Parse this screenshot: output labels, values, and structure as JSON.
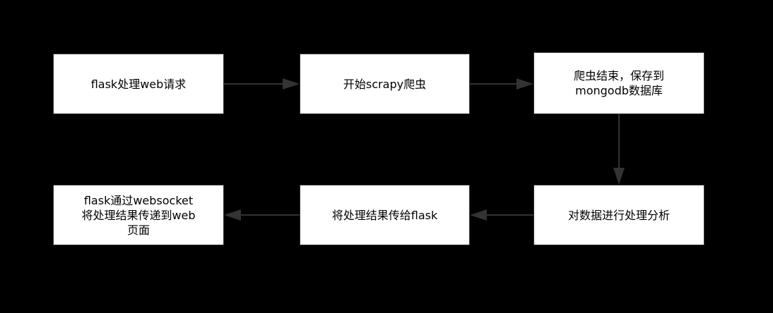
{
  "colors": {
    "background": "#000000",
    "node_fill": "#ffffff",
    "edge": "#333333",
    "text": "#000000"
  },
  "nodes": [
    {
      "id": "n1",
      "lines": [
        "flask处理web请求"
      ]
    },
    {
      "id": "n2",
      "lines": [
        "开始scrapy爬虫"
      ]
    },
    {
      "id": "n3",
      "lines": [
        "爬虫结束，保存到",
        "mongodb数据库"
      ]
    },
    {
      "id": "n4",
      "lines": [
        "对数据进行处理分析"
      ]
    },
    {
      "id": "n5",
      "lines": [
        "将处理结果传给flask"
      ]
    },
    {
      "id": "n6",
      "lines": [
        "flask通过websocket",
        "将处理结果传递到web",
        "页面"
      ]
    }
  ],
  "edges": [
    {
      "from": "n1",
      "to": "n2"
    },
    {
      "from": "n2",
      "to": "n3"
    },
    {
      "from": "n3",
      "to": "n4"
    },
    {
      "from": "n4",
      "to": "n5"
    },
    {
      "from": "n5",
      "to": "n6"
    }
  ]
}
